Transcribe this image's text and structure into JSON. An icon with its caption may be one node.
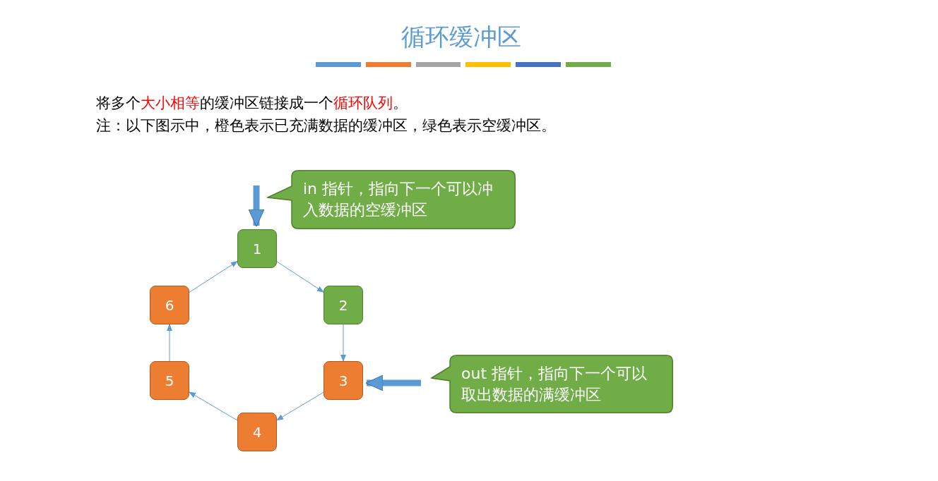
{
  "diagram": {
    "title": "循环缓冲区",
    "nodes": [
      {
        "text": [
          "1"
        ]
      },
      {
        "text": [
          "2"
        ]
      },
      {
        "text": [
          "3"
        ]
      },
      {
        "text": [
          "4"
        ]
      },
      {
        "text": [
          "5"
        ]
      },
      {
        "text": [
          "6"
        ]
      },
      {
        "text": [
          "in 指针，指向下一个可以冲入数据的空缓冲区"
        ]
      },
      {
        "text": [
          "out 指针，指向下一个可以取出数据的满缓冲区"
        ]
      }
    ],
    "edges": [
      {
        "from": 0,
        "to": 1,
        "arrow": "to"
      },
      {
        "from": 1,
        "to": 2,
        "arrow": "to"
      },
      {
        "from": 2,
        "to": 3,
        "arrow": "to"
      },
      {
        "from": 3,
        "to": 4,
        "arrow": "to"
      },
      {
        "from": 4,
        "to": 5,
        "arrow": "to"
      },
      {
        "from": 5,
        "to": 0,
        "arrow": "to"
      },
      {
        "from": null,
        "to": 0,
        "arrow": "to",
        "style": "thick"
      },
      {
        "from": null,
        "to": 2,
        "arrow": "to",
        "style": "thick"
      }
    ],
    "labels": [
      "将多个**大小相等**的缓冲区链接成一个**循环队列**。",
      "注：以下图示中，橙色表示已充满数据的缓冲区，绿色表示空缓冲区。"
    ]
  }
}
